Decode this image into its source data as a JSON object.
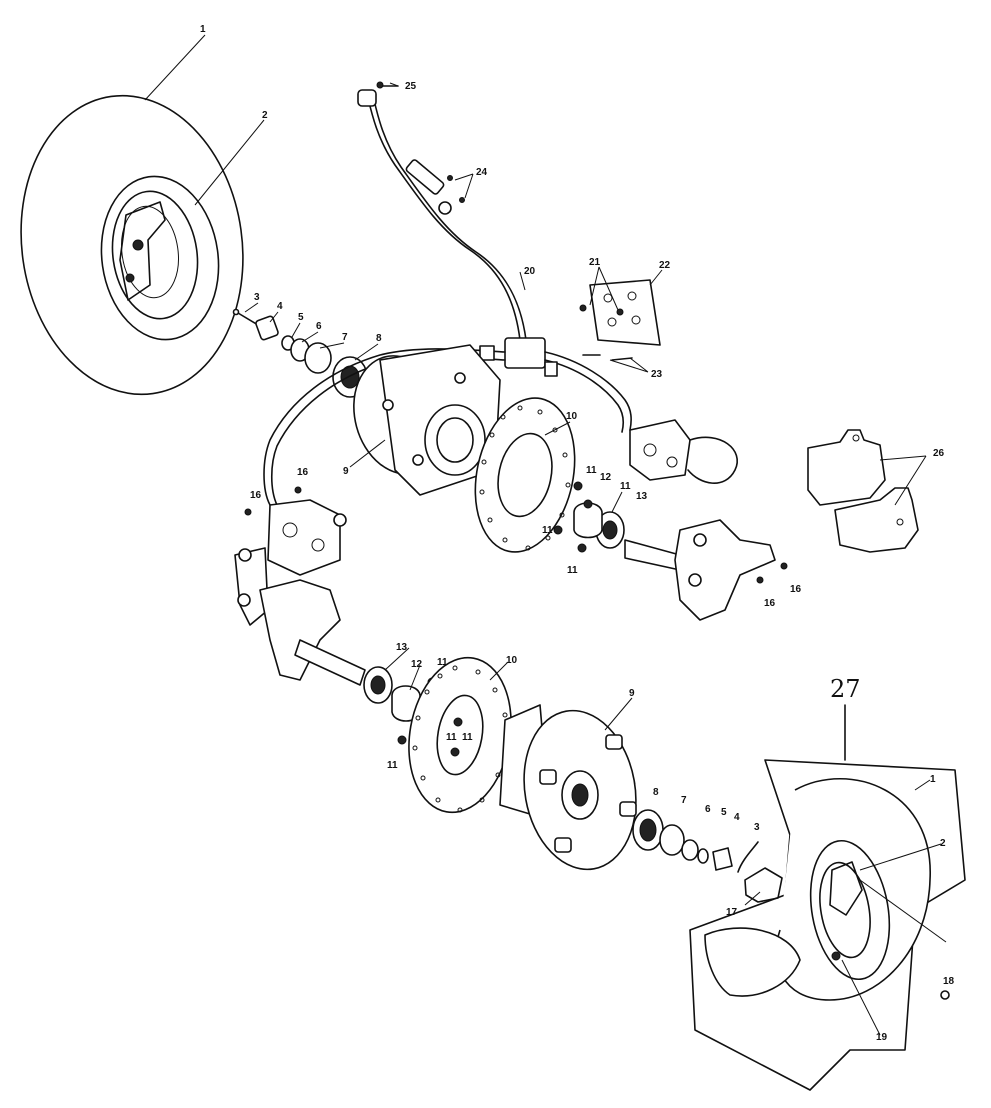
{
  "labels": {
    "l1": "1",
    "l2": "2",
    "l3": "3",
    "l4": "4",
    "l5": "5",
    "l6": "6",
    "l7": "7",
    "l8": "8",
    "l9a": "9",
    "l10a": "10",
    "l11a": "11",
    "l11b": "11",
    "l11c": "11",
    "l11d": "11",
    "l12a": "12",
    "l13a": "13",
    "l16a": "16",
    "l16b": "16",
    "l16c": "16",
    "l16d": "16",
    "l20": "20",
    "l21": "21",
    "l22": "22",
    "l23": "23",
    "l24": "24",
    "l25": "25",
    "l26": "26",
    "l13b": "13",
    "l12b": "12",
    "l11e": "11",
    "l11f": "11",
    "l11g": "11",
    "l11h": "11",
    "l10b": "10",
    "l9b": "9",
    "l8b": "8",
    "l7b": "7",
    "l6b": "6",
    "l5b": "5",
    "l4b": "4",
    "l3b": "3",
    "l17": "17",
    "l27": "27",
    "i1": "1",
    "i2": "2",
    "l18": "18",
    "l19": "19"
  }
}
